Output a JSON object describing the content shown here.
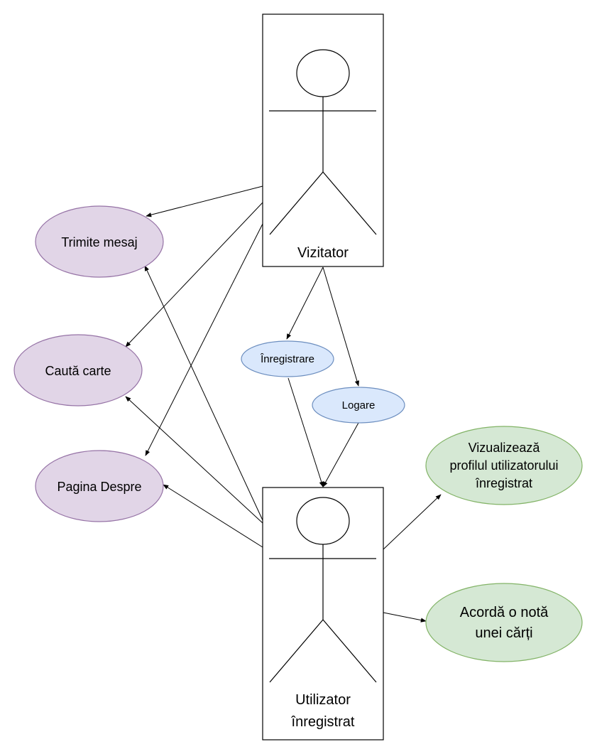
{
  "actors": {
    "vizitator": {
      "label": "Vizitator"
    },
    "utilizator": {
      "label_lines": [
        "Utilizator",
        "înregistrat"
      ]
    }
  },
  "use_cases": {
    "trimite_mesaj": {
      "label": "Trimite mesaj"
    },
    "cauta_carte": {
      "label": "Caută carte"
    },
    "pagina_despre": {
      "label": "Pagina Despre"
    },
    "inregistrare": {
      "label": "Înregistrare"
    },
    "logare": {
      "label": "Logare"
    },
    "vizualizeaza_profil": {
      "label_lines": [
        "Vizualizează",
        "profilul utilizatorului",
        "înregistrat"
      ]
    },
    "acorda_nota": {
      "label_lines": [
        "Acordă o notă",
        "unei cărți"
      ]
    }
  },
  "colors": {
    "purple_fill": "#e1d5e7",
    "purple_stroke": "#9673a6",
    "blue_fill": "#dae8fc",
    "blue_stroke": "#6c8ebf",
    "green_fill": "#d5e8d4",
    "green_stroke": "#82b366"
  }
}
